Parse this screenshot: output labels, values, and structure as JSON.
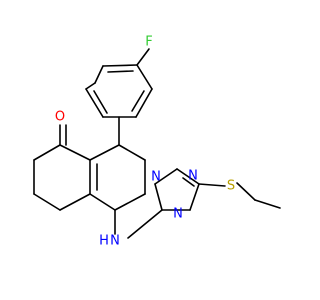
{
  "molecule": {
    "atoms": {
      "fluorine": "F",
      "oxygen": "O",
      "sulfur": "S",
      "nitrogen_1": "N",
      "nitrogen_2": "N",
      "nitrogen_3": "N",
      "nh_label": "N",
      "nh_hydrogen": "H"
    },
    "colors": {
      "bond": "#000000",
      "nitrogen": "#0000ff",
      "oxygen": "#ff0000",
      "sulfur": "#b8a000",
      "fluorine": "#33cc33",
      "carbon_text": "#000000"
    }
  }
}
